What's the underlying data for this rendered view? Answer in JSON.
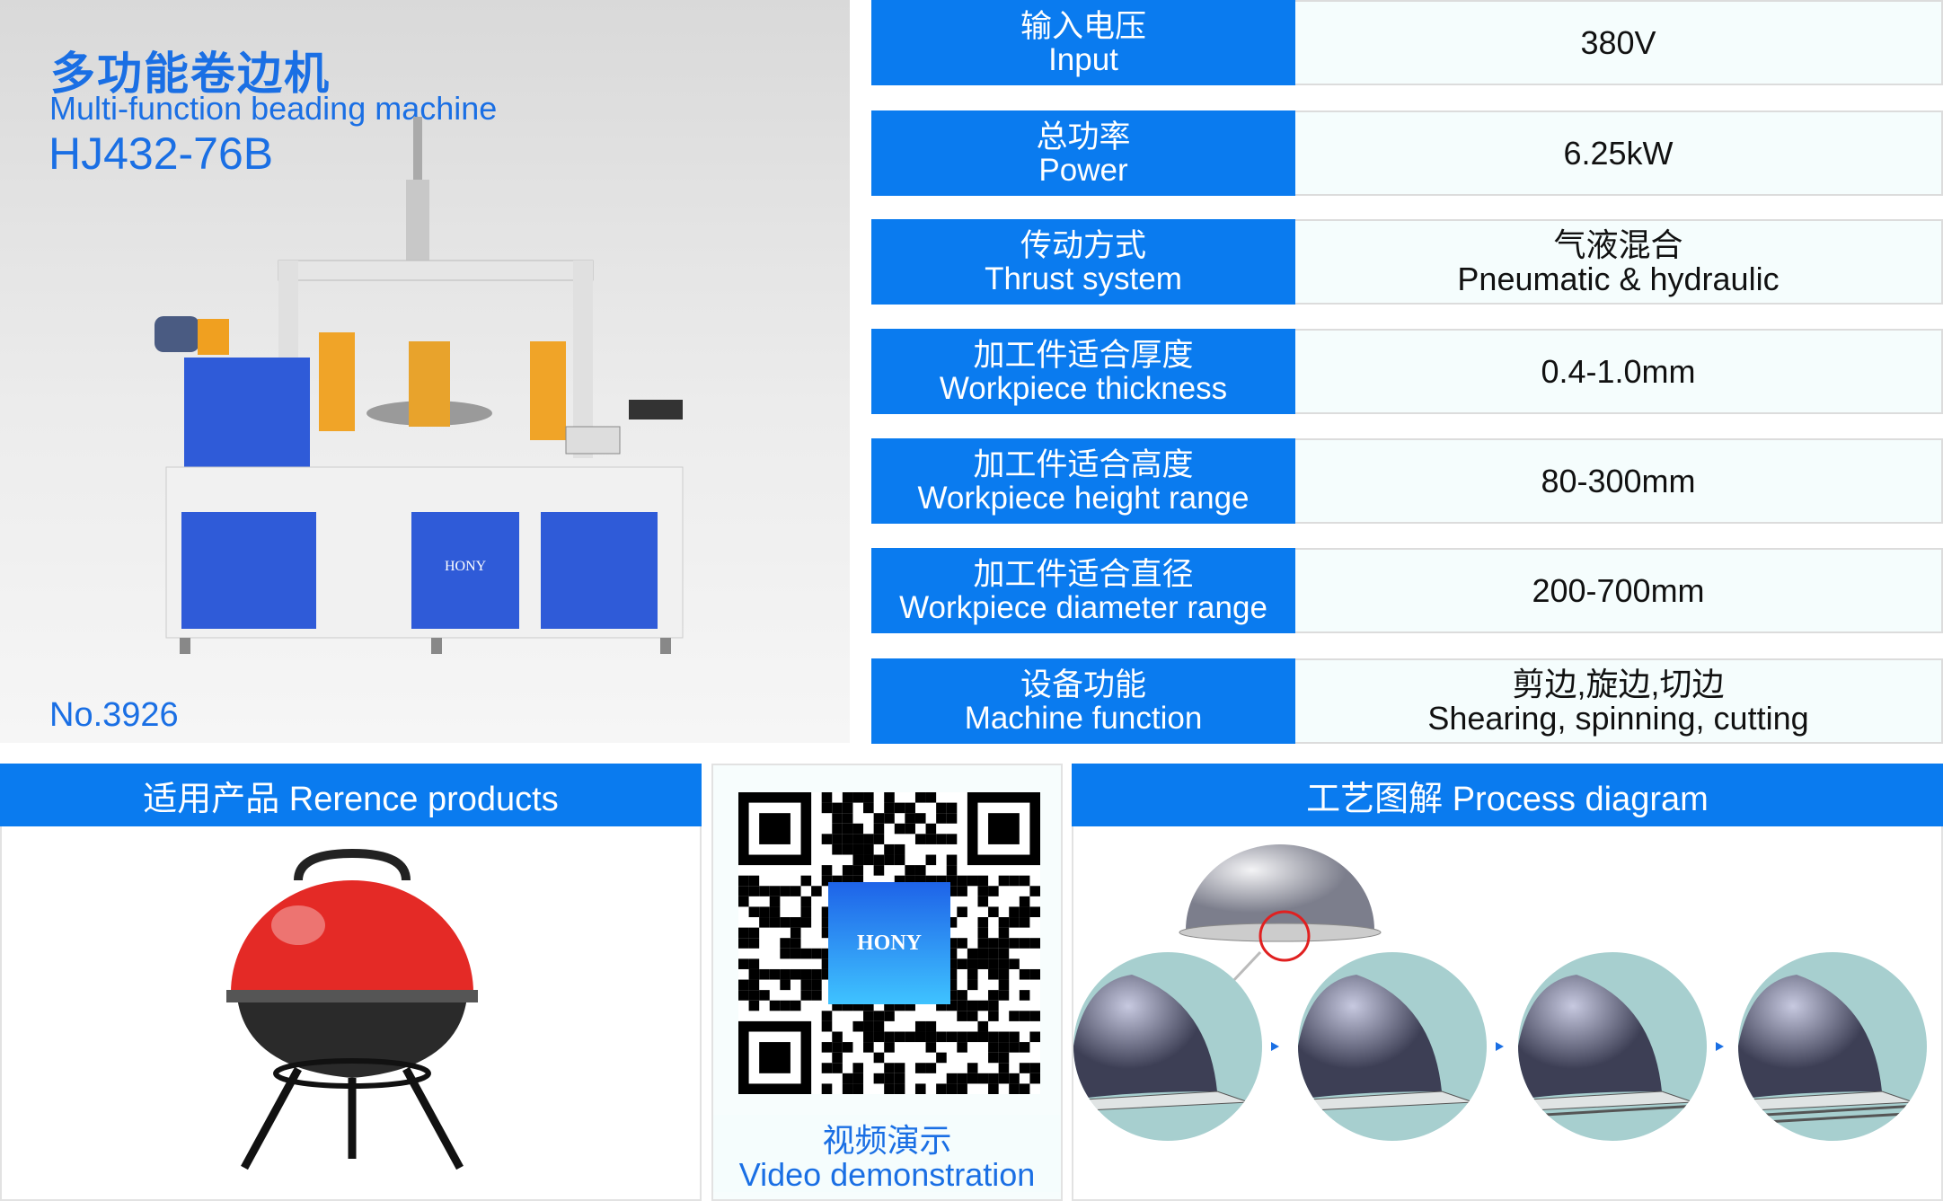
{
  "hero": {
    "title_cn": "多功能卷边机",
    "title_en": "Multi-function beading machine",
    "model": "HJ432-76B",
    "number": "No.3926",
    "brand": "HONY"
  },
  "specs": [
    {
      "label_cn": "输入电压",
      "label_en": "Input",
      "value": "380V"
    },
    {
      "label_cn": "总功率",
      "label_en": "Power",
      "value": "6.25kW"
    },
    {
      "label_cn": "传动方式",
      "label_en": "Thrust system",
      "value_cn": "气液混合",
      "value": "Pneumatic & hydraulic"
    },
    {
      "label_cn": "加工件适合厚度",
      "label_en": "Workpiece thickness",
      "value": "0.4-1.0mm"
    },
    {
      "label_cn": "加工件适合高度",
      "label_en": "Workpiece height range",
      "value": "80-300mm"
    },
    {
      "label_cn": "加工件适合直径",
      "label_en": "Workpiece diameter range",
      "value": "200-700mm"
    },
    {
      "label_cn": "设备功能",
      "label_en": "Machine function",
      "value_cn": "剪边,旋边,切边",
      "value": "Shearing, spinning, cutting"
    }
  ],
  "products": {
    "header": "适用产品 Rerence products"
  },
  "qr": {
    "logo": "HONY",
    "caption_cn": "视频演示",
    "caption_en": "Video demonstration"
  },
  "process": {
    "header": "工艺图解  Process diagram"
  }
}
